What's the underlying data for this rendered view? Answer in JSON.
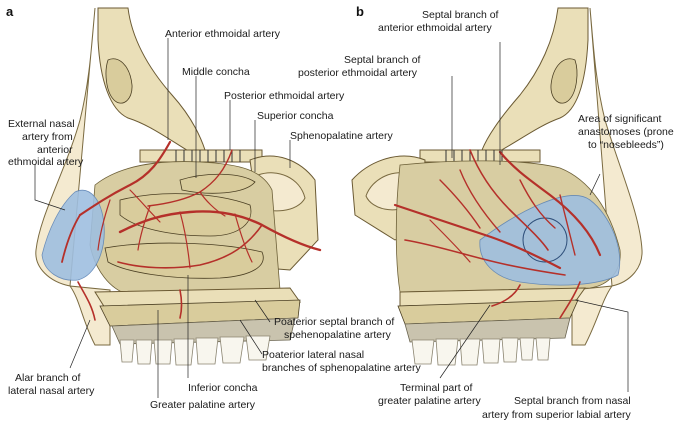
{
  "panels": {
    "a": "a",
    "b": "b"
  },
  "labels_a": {
    "anterior_ethmoidal_artery": "Anterior ethmoidal artery",
    "middle_concha": "Middle concha",
    "posterior_ethmoidal_artery": "Posterior ethmoidal artery",
    "superior_concha": "Superior concha",
    "sphenopalatine_artery": "Sphenopalatine artery",
    "external_nasal_line1": "External nasal",
    "external_nasal_line2": "artery from",
    "external_nasal_line3": "anterior",
    "external_nasal_line4": "ethmoidal artery",
    "posterior_septal_line1": "Poaterior septal branch of",
    "posterior_septal_line2": "spehenopalatine artery",
    "posterior_lateral_line1": "Poaterior lateral nasal",
    "posterior_lateral_line2": "branches of sphenopalatine artery",
    "alar_line1": "Alar branch of",
    "alar_line2": "lateral nasal artery",
    "inferior_concha": "Inferior concha",
    "greater_palatine_artery": "Greater palatine artery"
  },
  "labels_b": {
    "septal_anterior_line1": "Septal branch of",
    "septal_anterior_line2": "anterior ethmoidal artery",
    "septal_posterior_line1": "Septal branch of",
    "septal_posterior_line2": "posterior ethmoidal artery",
    "area_line1": "Area of significant",
    "area_line2": "anastomoses (prone",
    "area_line3": "to “nosebleeds”)",
    "terminal_line1": "Terminal part of",
    "terminal_line2": "greater palatine artery",
    "septal_nasal_line1": "Septal branch from nasal",
    "septal_nasal_line2": "artery from superior labial artery"
  },
  "colors": {
    "artery": "#b5302a",
    "bone": "#eadfb8",
    "vascular_area": "#9fbfe0"
  }
}
